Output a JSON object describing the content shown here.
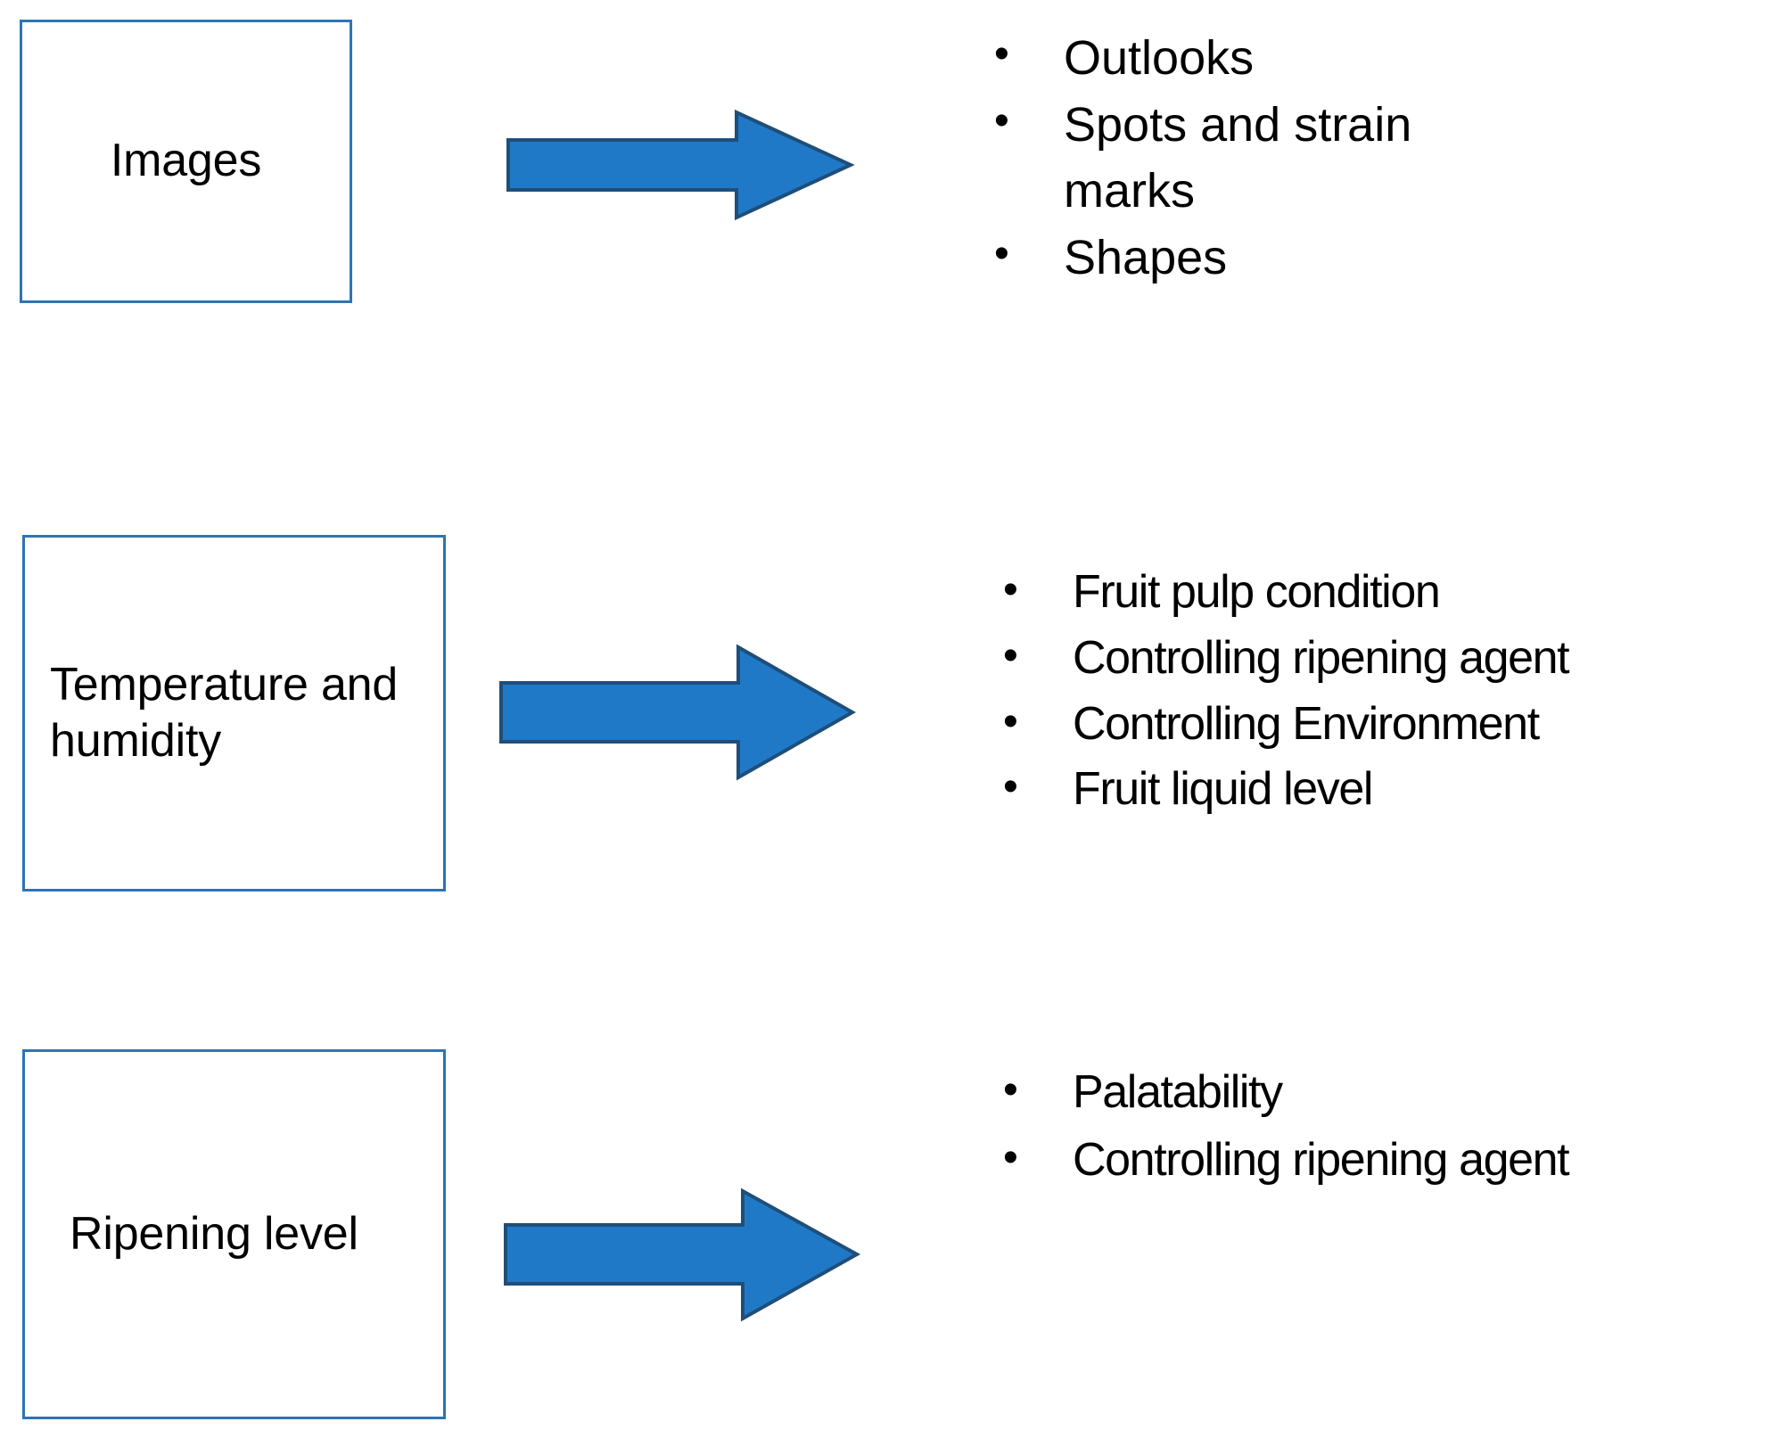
{
  "diagram": {
    "type": "input-output-flow",
    "background_color": "#FFFFFF",
    "box_border_color": "#2E74B5",
    "arrow_fill_color": "#2079C7",
    "arrow_outline_color": "#1F4E79",
    "text_color": "#000000"
  },
  "rows": [
    {
      "box": {
        "label": "Images",
        "name": "images"
      },
      "arrow": {
        "name": "arrow-images",
        "icon": "right-block-arrow-icon",
        "direction": "right"
      },
      "outputs": {
        "name": "images-outputs",
        "items": [
          "Outlooks",
          "Spots and strain marks",
          "Shapes"
        ]
      }
    },
    {
      "box": {
        "label": "Temperature and humidity",
        "name": "temperature-and-humidity"
      },
      "arrow": {
        "name": "arrow-temperature-and-humidity",
        "icon": "right-block-arrow-icon",
        "direction": "right"
      },
      "outputs": {
        "name": "temperature-and-humidity-outputs",
        "items": [
          "Fruit pulp condition",
          "Controlling ripening agent",
          "Controlling Environment",
          "Fruit liquid level"
        ]
      }
    },
    {
      "box": {
        "label": "Ripening level",
        "name": "ripening-level"
      },
      "arrow": {
        "name": "arrow-ripening-level",
        "icon": "right-block-arrow-icon",
        "direction": "right"
      },
      "outputs": {
        "name": "ripening-level-outputs",
        "items": [
          "Palatability",
          "Controlling ripening agent"
        ]
      }
    }
  ],
  "bullet_glyph": "•"
}
